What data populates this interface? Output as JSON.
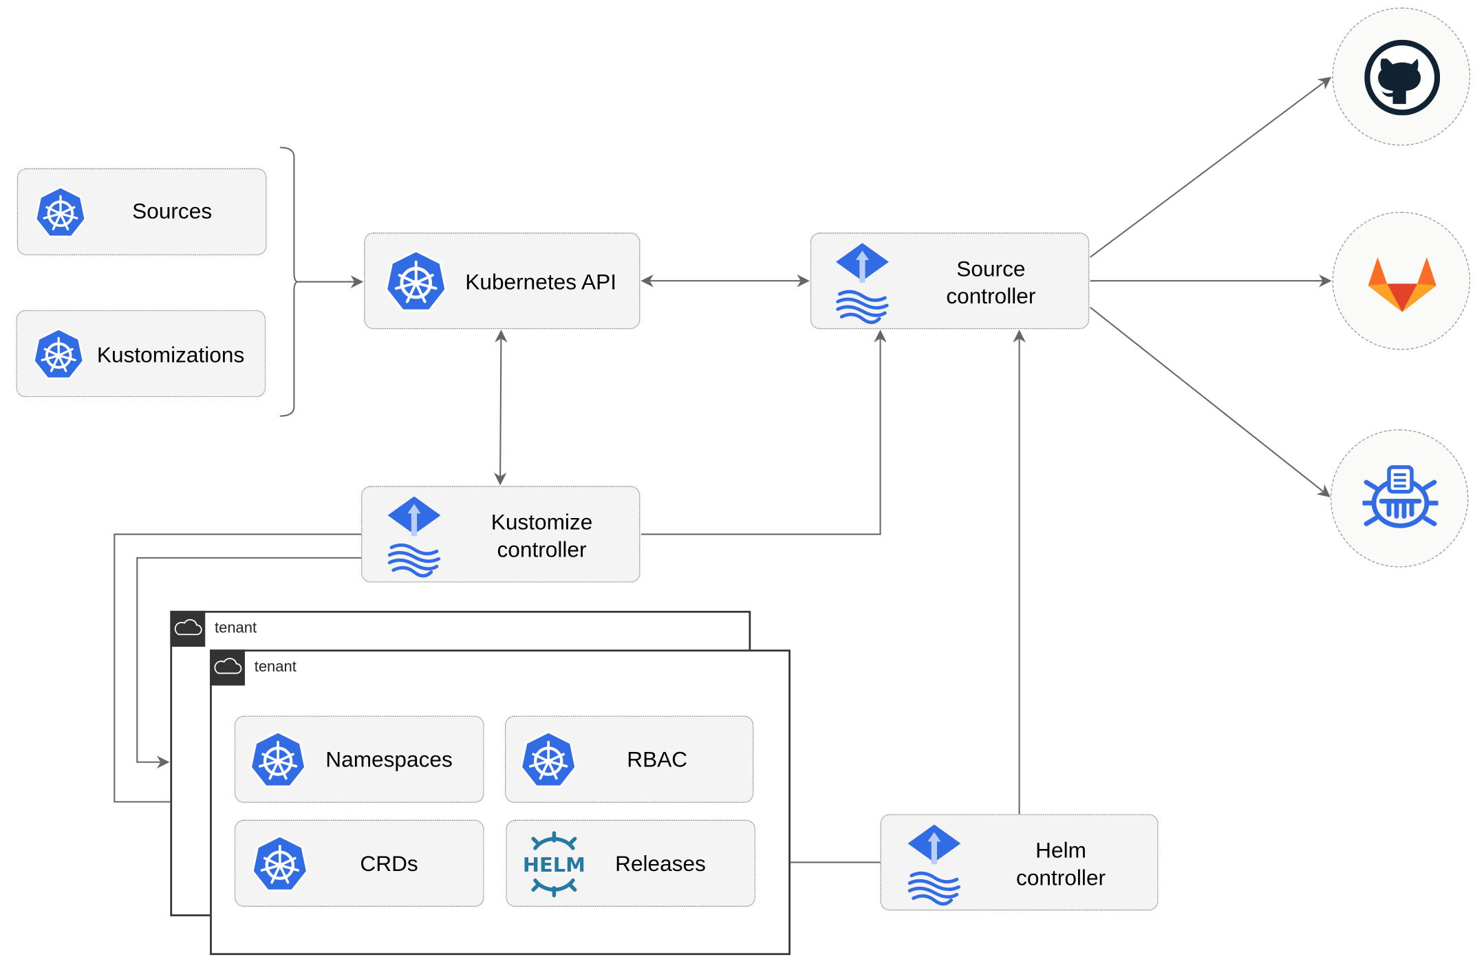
{
  "nodes": {
    "sources": "Sources",
    "kustomizations": "Kustomizations",
    "kubernetes_api": "Kubernetes API",
    "source_controller": [
      "Source",
      "controller"
    ],
    "kustomize_controller": [
      "Kustomize",
      "controller"
    ],
    "helm_controller": [
      "Helm",
      "controller"
    ],
    "namespaces": "Namespaces",
    "rbac": "RBAC",
    "crds": "CRDs",
    "releases": "Releases"
  },
  "tenants": [
    "tenant",
    "tenant"
  ],
  "external_sources": [
    {
      "icon": "github-icon"
    },
    {
      "icon": "gitlab-icon"
    },
    {
      "icon": "bucket-icon"
    }
  ],
  "helm_logo_text": "HELM",
  "colors": {
    "k8s_blue": "#326ce5",
    "helm_blue": "#277a9f",
    "gitlab_orange": "#e24329",
    "line": "#666666"
  }
}
